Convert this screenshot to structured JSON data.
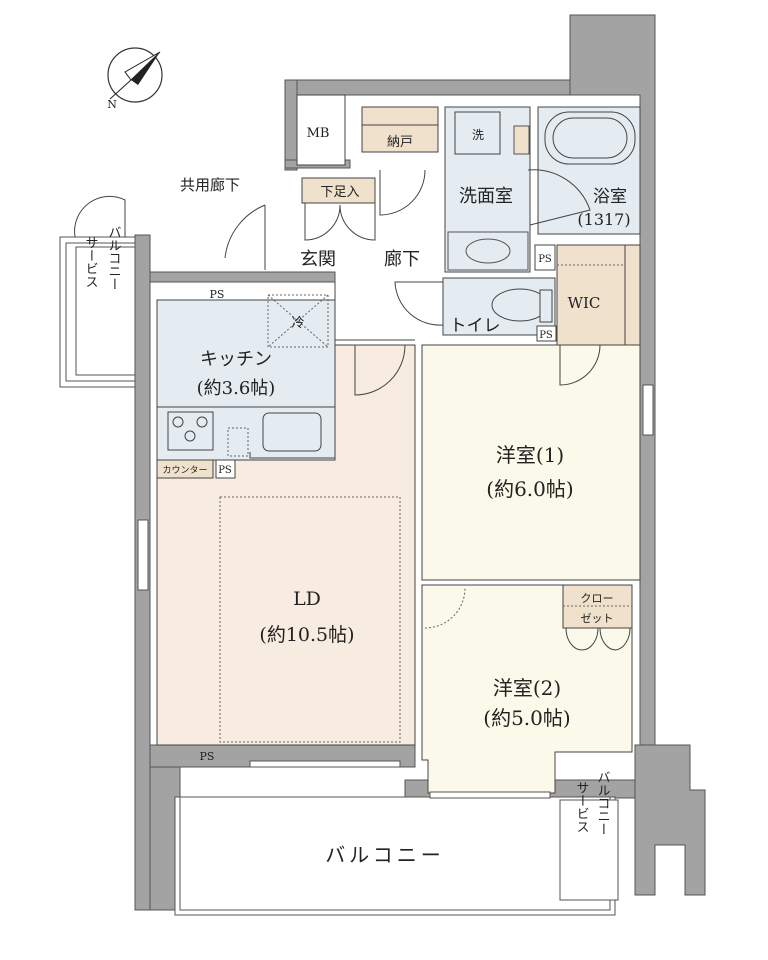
{
  "compass": {
    "north_label": "N"
  },
  "labels": {
    "common_corridor": "共用廊下",
    "mb": "MB",
    "storage": "納戸",
    "washer": "洗",
    "washroom": "洗面室",
    "bathroom": "浴室",
    "bathroom_size": "(1317)",
    "shoe_cabinet": "下足入",
    "entrance": "玄関",
    "hallway": "廊下",
    "ps": "PS",
    "toilet": "トイレ",
    "wic": "WIC",
    "kitchen": "キッチン",
    "kitchen_size": "(約3.6帖)",
    "fridge": "冷",
    "counter": "カウンター",
    "ld": "LD",
    "ld_size": "(約10.5帖)",
    "room1": "洋室(1)",
    "room1_size": "(約6.0帖)",
    "room2": "洋室(2)",
    "room2_size": "(約5.0帖)",
    "closet_line1": "クロー",
    "closet_line2": "ゼット",
    "balcony": "バルコニー",
    "service_balcony_col1": "サービス",
    "service_balcony_col2": "バルコニー"
  },
  "colors": {
    "wet_area": "#e4ecf2",
    "living": "#f8ece1",
    "bedroom": "#fbf9e9",
    "storage": "#efe1cc",
    "wall": "#a3a3a3"
  }
}
